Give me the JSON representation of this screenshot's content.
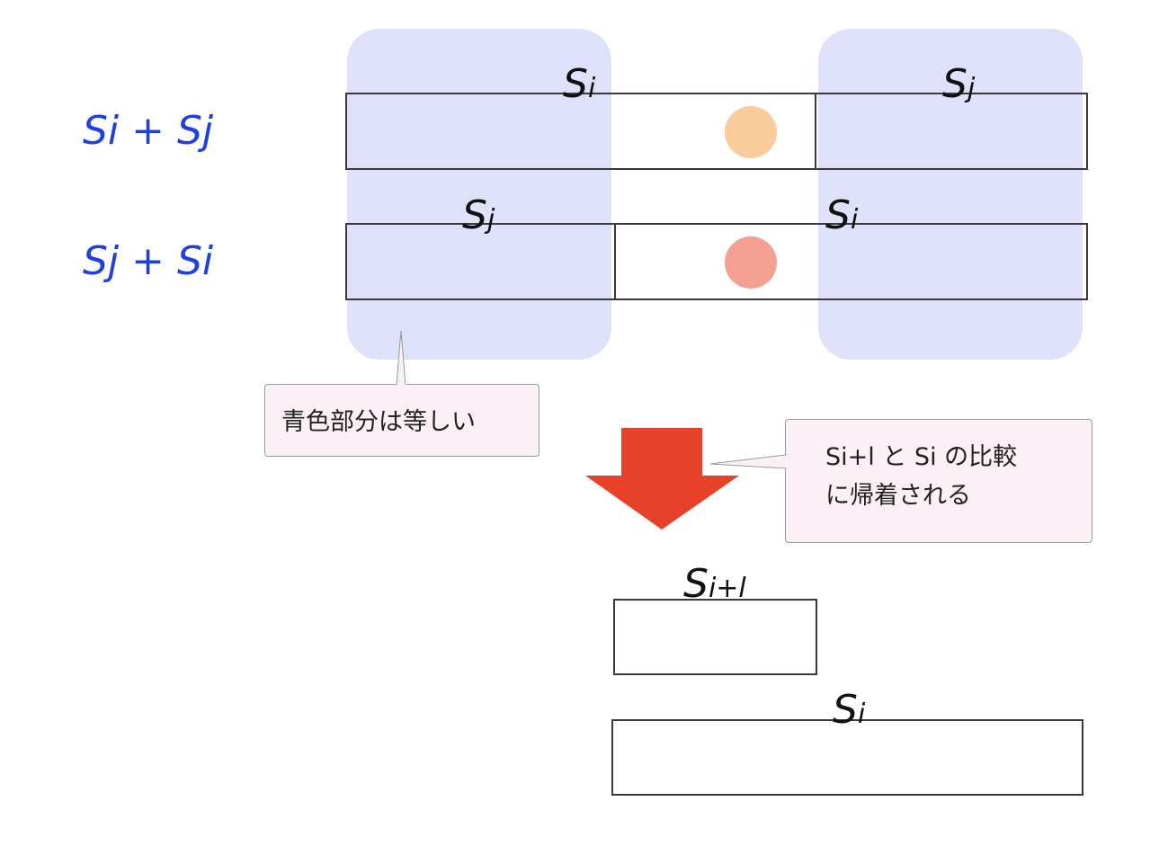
{
  "rows": [
    {
      "label": "Si + Sj",
      "segments": [
        {
          "label": "S",
          "sub": "i"
        },
        {
          "label": "S",
          "sub": "j"
        }
      ],
      "dot_color": "#f8cc9b"
    },
    {
      "label": "Sj + Si",
      "segments": [
        {
          "label": "S",
          "sub": "j"
        },
        {
          "label": "S",
          "sub": "i"
        }
      ],
      "dot_color": "#f4a093"
    }
  ],
  "callouts": {
    "blue_equal": "青色部分は等しい",
    "reduce_line1": "Si+l と Si の比較",
    "reduce_line2": "に帰着される"
  },
  "result": {
    "top": {
      "label": "S",
      "sub": "i+l"
    },
    "bottom": {
      "label": "S",
      "sub": "i"
    }
  },
  "colors": {
    "blue_region": "#dfe1fb",
    "arrow": "#e8412a",
    "row_label": "#1f3fe0"
  }
}
